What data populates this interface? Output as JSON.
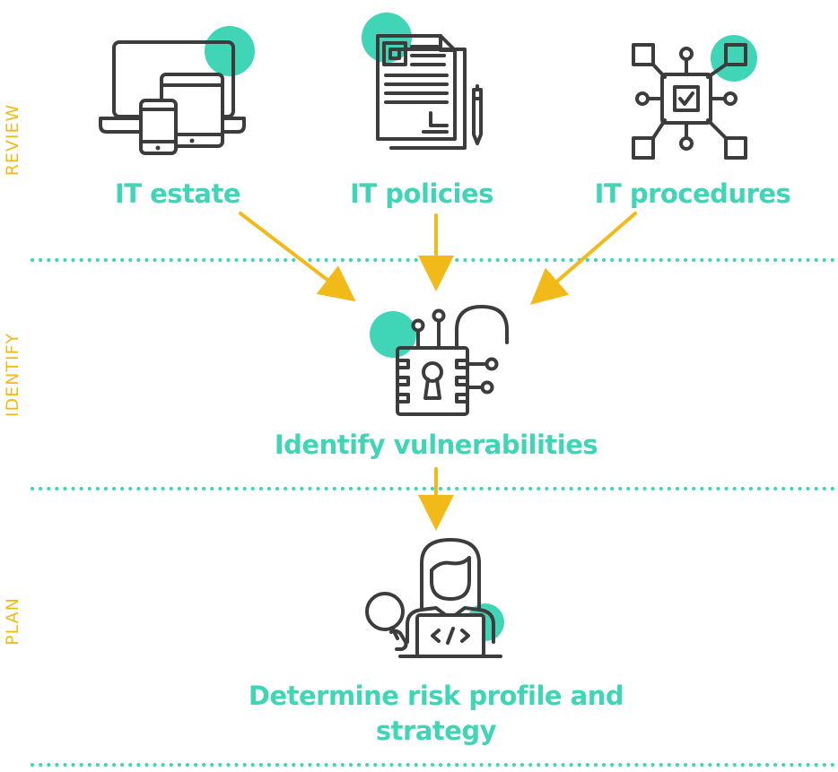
{
  "stages": {
    "review": "REVIEW",
    "identify": "IDENTIFY",
    "plan": "PLAN"
  },
  "nodes": {
    "it_estate": "IT estate",
    "it_policies": "IT policies",
    "it_procedures": "IT procedures",
    "identify_vulnerabilities": "Identify vulnerabilities",
    "risk_profile_line1": "Determine risk profile and",
    "risk_profile_line2": "strategy"
  },
  "icons": {
    "it_estate": "devices-icon",
    "it_policies": "documents-icon",
    "it_procedures": "process-chip-icon",
    "identify_vulnerabilities": "open-lock-chip-icon",
    "risk_profile": "developer-icon"
  },
  "colors": {
    "label_text": "#3FD5B6",
    "accent_dot": "#3FD5B6",
    "arrow": "#F2BA18",
    "stage_text": "#F2BA18",
    "divider": "#3FD5B6",
    "icon_stroke": "#3C3C3C"
  }
}
